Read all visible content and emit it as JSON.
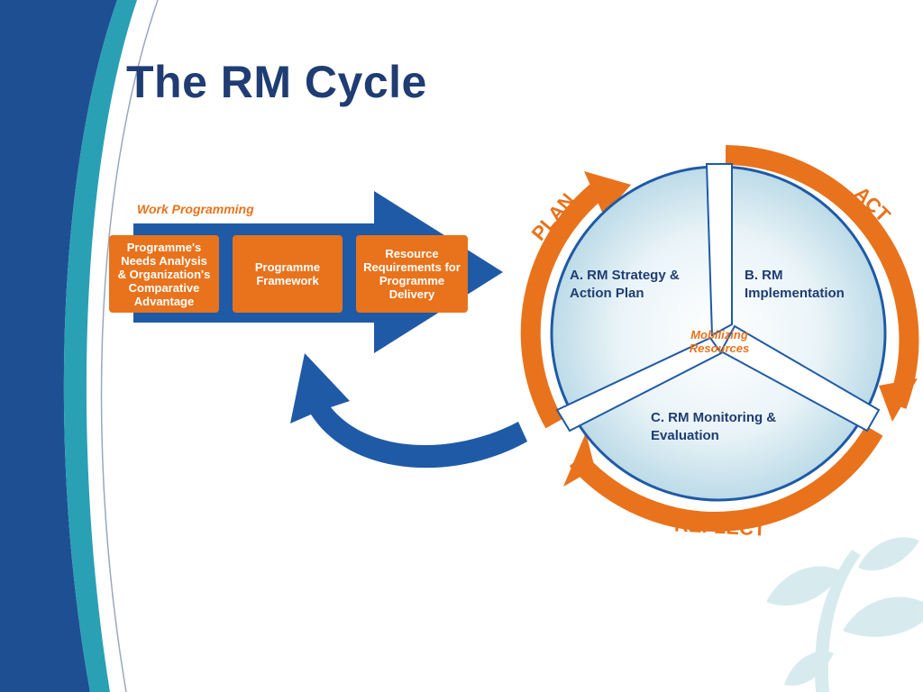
{
  "slide": {
    "title": "The RM Cycle"
  },
  "flow": {
    "label": "Work Programming",
    "steps": [
      {
        "label": "Programme's\nNeeds Analysis\n& Organization's\nComparative\nAdvantage"
      },
      {
        "label": "Programme\nFramework"
      },
      {
        "label": "Resource\nRequirements for\nProgramme\nDelivery"
      }
    ]
  },
  "cycle": {
    "stages": {
      "plan": "PLAN",
      "act": "ACT",
      "reflect": "REFLECT"
    },
    "segments": {
      "a": "A. RM Strategy &\nAction Plan",
      "b": "B. RM\nImplementation",
      "c": "C. RM Monitoring &\nEvaluation"
    },
    "center": "Mobilizing\nResources"
  },
  "colors": {
    "navy": "#1f3d73",
    "blue": "#1f5aa6",
    "orange": "#e8731c",
    "teal": "#2aa0b5",
    "light_teal": "#cfe6ea"
  }
}
